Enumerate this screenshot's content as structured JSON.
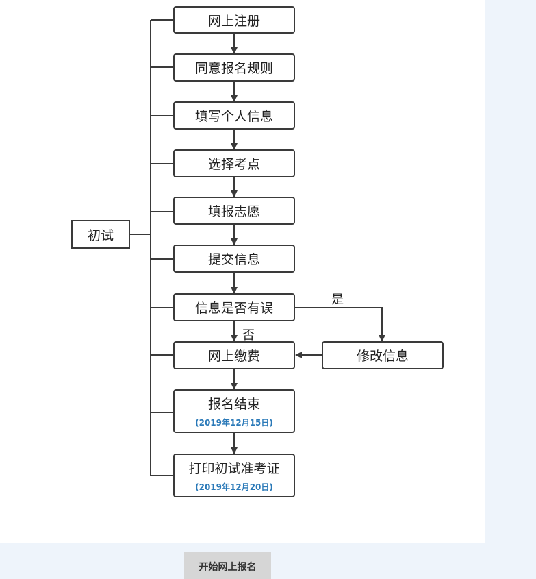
{
  "flowchart": {
    "root": "初试",
    "steps": {
      "register": "网上注册",
      "agree_rules": "同意报名规则",
      "fill_personal_info": "填写个人信息",
      "choose_exam_site": "选择考点",
      "fill_preferences": "填报志愿",
      "submit_info": "提交信息",
      "check_info": "信息是否有误",
      "online_payment": "网上缴费",
      "modify_info": "修改信息",
      "registration_end": "报名结束",
      "registration_end_date": "(2019年12月15日)",
      "print_admission": "打印初试准考证",
      "print_admission_date": "(2019年12月20日)"
    },
    "edge_labels": {
      "yes": "是",
      "no": "否"
    }
  },
  "footer": {
    "start_button": "开始网上报名"
  }
}
